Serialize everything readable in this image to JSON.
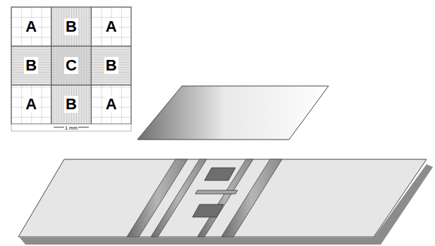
{
  "diagram": {
    "labels": [
      "A",
      "B",
      "A",
      "B",
      "C",
      "B",
      "A",
      "B",
      "A",
      "1 mm"
    ]
  }
}
